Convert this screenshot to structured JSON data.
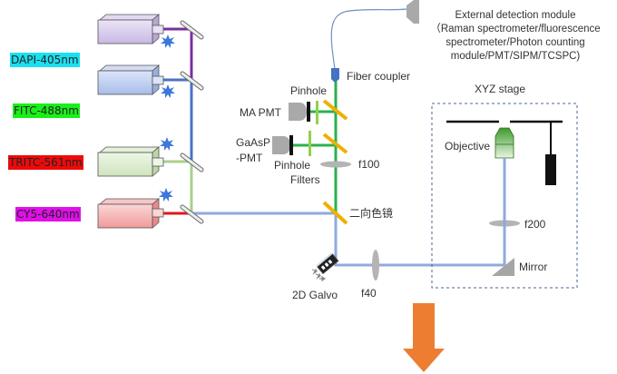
{
  "lasers": [
    {
      "label": "DAPI-405nm",
      "label_bg": "#19e0f0",
      "body_color": "#d9cdee",
      "beam_color": "#7a2f9c"
    },
    {
      "label": "FITC-488nm",
      "label_bg": "#19f019",
      "body_color": "#c3d1f2",
      "beam_color": "#4a72c4"
    },
    {
      "label": "TRITC-561nm",
      "label_bg": "#ee0a0a",
      "body_color": "#dcebd0",
      "beam_color": "#a8d18c"
    },
    {
      "label": "CY5-640nm",
      "label_bg": "#e010e8",
      "body_color": "#f5b5b5",
      "beam_color": "#e01818"
    }
  ],
  "labels": {
    "external_module": [
      "External detection module",
      "（Raman spectrometer/fluorescence",
      "spectrometer/Photon counting",
      "module/PMT/SIPM/TCSPC)"
    ],
    "fiber_coupler": "Fiber coupler",
    "pinhole_top": "Pinhole",
    "ma_pmt": "MA PMT",
    "gaasp_pmt_1": "GaAsP",
    "gaasp_pmt_2": "-PMT",
    "pinhole_bottom": "Pinhole",
    "filters": "Filters",
    "f100": "f100",
    "dichroic": "二向色镜",
    "galvo": "2D Galvo",
    "f40": "f40",
    "xyz_stage": "XYZ stage",
    "objective": "Objective",
    "f200": "f200",
    "mirror": "Mirror"
  },
  "colors": {
    "excitation_beam": "#8faadc",
    "emission_beam": "#2bb24c",
    "filter": "#92d050",
    "dichroic_mirror": "#f0b000",
    "lens": "#b4b4b4",
    "arrow": "#ed7d31",
    "fiber_coupler": "#4472c4",
    "star": "#3d78d8"
  },
  "icons": {
    "laser_indicator": "sparkle-star-icon",
    "output_arrow": "down-arrow-icon"
  }
}
